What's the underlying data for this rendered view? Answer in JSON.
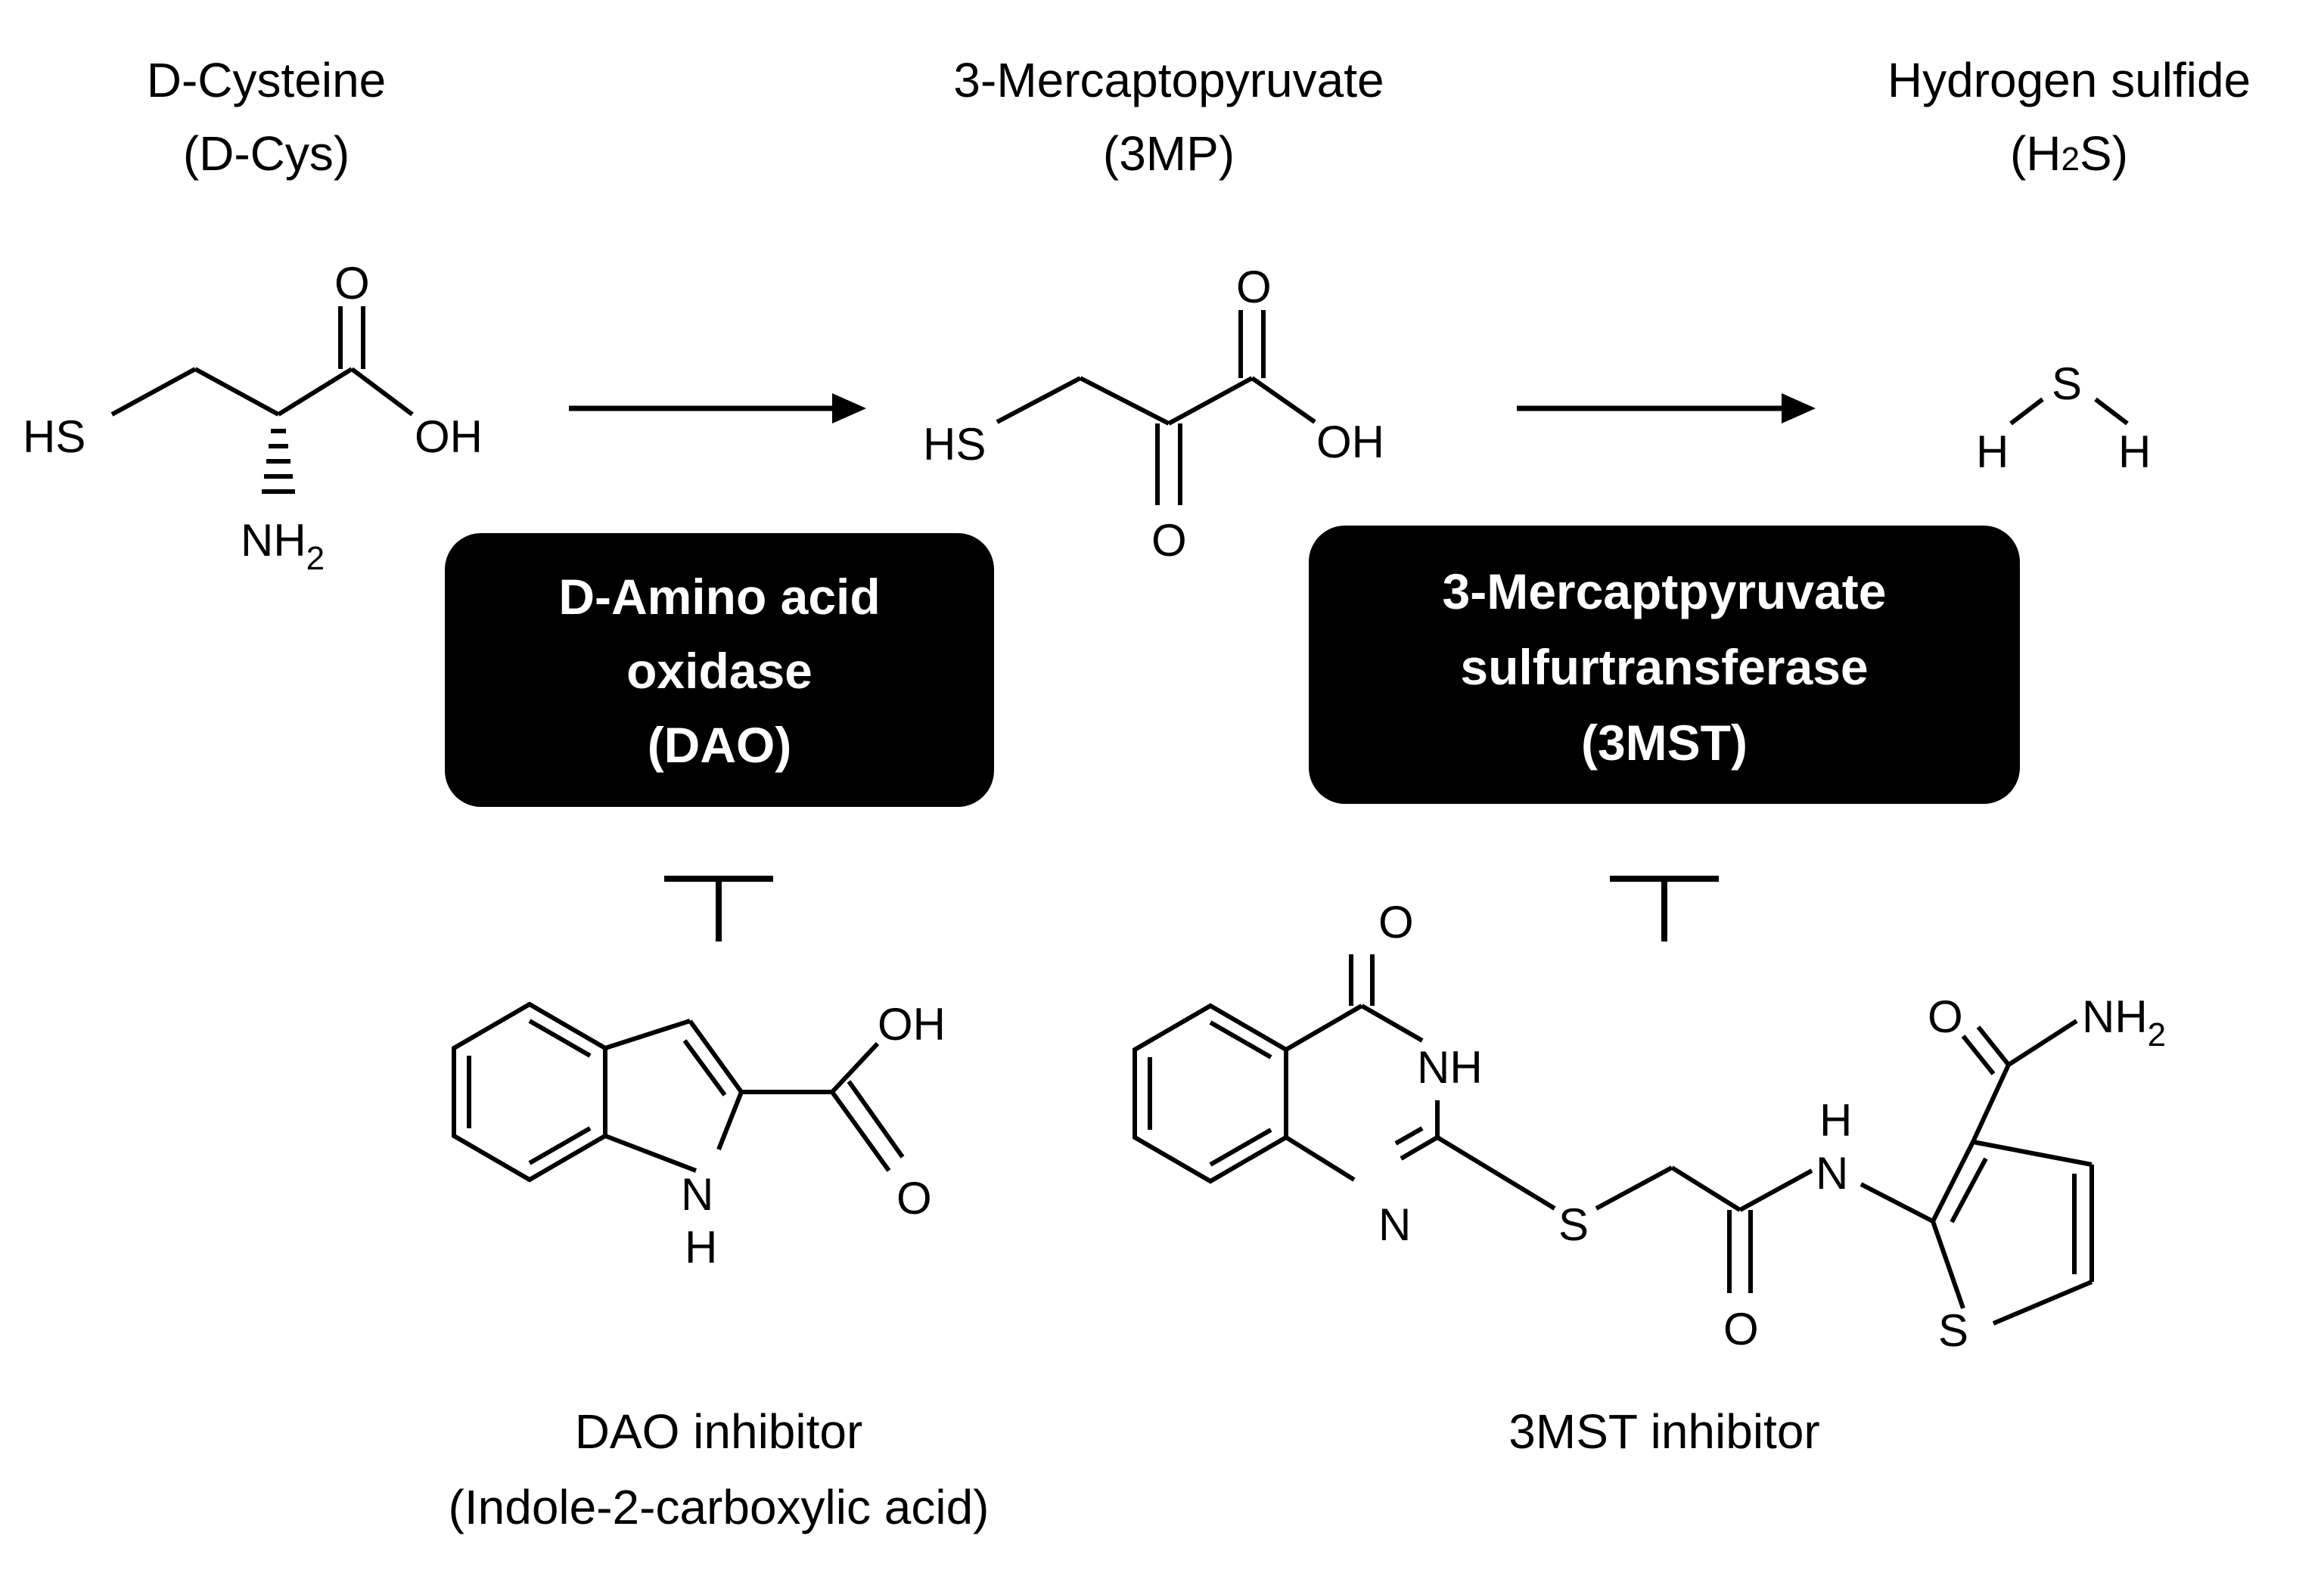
{
  "compounds": {
    "dcys": {
      "name": "D-Cysteine",
      "abbr": "(D-Cys)"
    },
    "mp3": {
      "name": "3-Mercaptopyruvate",
      "abbr": "(3MP)"
    },
    "h2s": {
      "name": "Hydrogen sulfide",
      "abbr_open": "(H",
      "abbr_sub": "2",
      "abbr_close": "S)"
    }
  },
  "enzymes": {
    "dao": {
      "line1": "D-Amino acid",
      "line2": "oxidase",
      "line3": "(DAO)"
    },
    "mst": {
      "line1": "3-Mercaptpyruvate",
      "line2": "sulfurtransferase",
      "line3": "(3MST)"
    }
  },
  "inhibitors": {
    "dao": {
      "line1": "DAO inhibitor",
      "line2": "(Indole-2-carboxylic acid)"
    },
    "mst": {
      "line1": "3MST inhibitor"
    }
  },
  "atoms": {
    "HS": "HS",
    "OH": "OH",
    "O": "O",
    "N": "N",
    "H": "H",
    "NH": "NH",
    "S": "S",
    "NH2_main": "NH",
    "NH2_sub": "2"
  },
  "colors": {
    "ink": "#000000",
    "enzyme_box": "#000000",
    "enzyme_text": "#ffffff",
    "background": "#ffffff"
  }
}
